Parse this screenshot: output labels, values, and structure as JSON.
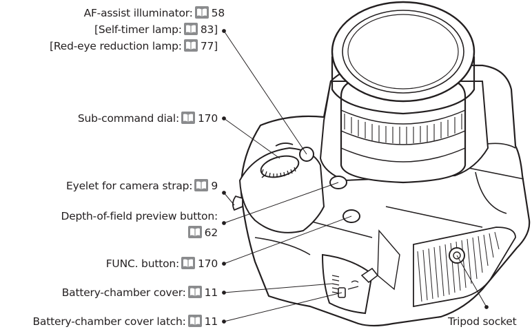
{
  "ref_icon": "book-reference-icon",
  "callouts": [
    {
      "id": "af-assist",
      "text": "AF-assist illuminator:",
      "page": "58"
    },
    {
      "id": "self-timer",
      "text": "[Self-timer lamp:",
      "page": "83]"
    },
    {
      "id": "red-eye",
      "text": "[Red-eye reduction lamp:",
      "page": "77]"
    },
    {
      "id": "sub-command",
      "text": "Sub-command dial:",
      "page": "170"
    },
    {
      "id": "eyelet",
      "text": "Eyelet for camera strap:",
      "page": "9"
    },
    {
      "id": "dof-preview",
      "text": "Depth-of-field preview button:",
      "page": "62"
    },
    {
      "id": "func",
      "text": "FUNC. button:",
      "page": "170"
    },
    {
      "id": "battery-cover",
      "text": "Battery-chamber cover:",
      "page": "11"
    },
    {
      "id": "battery-latch",
      "text": "Battery-chamber cover latch:",
      "page": "11"
    },
    {
      "id": "tripod",
      "text": "Tripod socket"
    }
  ],
  "colors": {
    "ref_icon_bg": "#8a8b8d",
    "line": "#231f20",
    "camera_stroke": "#231f20"
  }
}
